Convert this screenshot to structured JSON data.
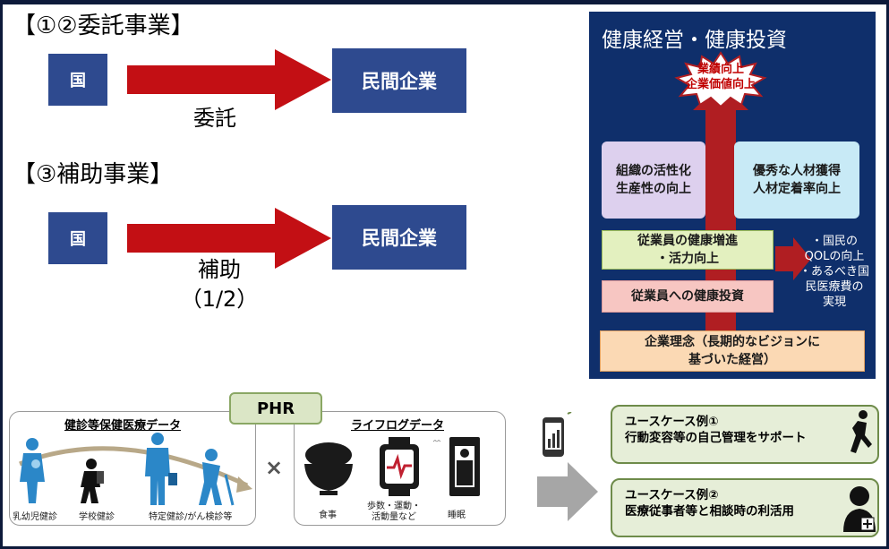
{
  "left": {
    "section1": {
      "heading": "【①②委託事業】",
      "from": "国",
      "to": "民間企業",
      "arrow_label": "委託"
    },
    "section2": {
      "heading": "【③補助事業】",
      "from": "国",
      "to": "民間企業",
      "arrow_label": "補助",
      "arrow_sub": "（1/2）"
    }
  },
  "panel": {
    "title": "健康経営・健康投資",
    "burst": [
      "業績向上",
      "企業価値向上"
    ],
    "box_left": [
      "組織の活性化",
      "生産性の向上"
    ],
    "box_right": [
      "優秀な人材獲得",
      "人材定着率向上"
    ],
    "box_green": [
      "従業員の健康増進",
      "・活力向上"
    ],
    "box_pink": "従業員への健康投資",
    "side_text": "・国民の\nQOLの向上\n・あるべき国\n民医療費の\n実現",
    "box_bottom": [
      "企業理念（長期的なビジョンに",
      "基づいた経営）"
    ],
    "colors": {
      "bg": "#0f2f6b",
      "arrow": "#b01e22"
    }
  },
  "phr": {
    "label": "PHR",
    "health_title": "健診等保健医療データ",
    "health_captions": [
      "乳幼児健診",
      "学校健診",
      "特定健診/がん検診等"
    ],
    "life_title": "ライフログデータ",
    "life_captions": [
      "食事",
      "歩数・運動・\n活動量など",
      "睡眠"
    ],
    "times": "×"
  },
  "usecases": [
    {
      "line1": "ユースケース例①",
      "line2": "行動変容等の自己管理をサポート"
    },
    {
      "line1": "ユースケース例②",
      "line2": "医療従事者等と相談時の利活用"
    }
  ]
}
